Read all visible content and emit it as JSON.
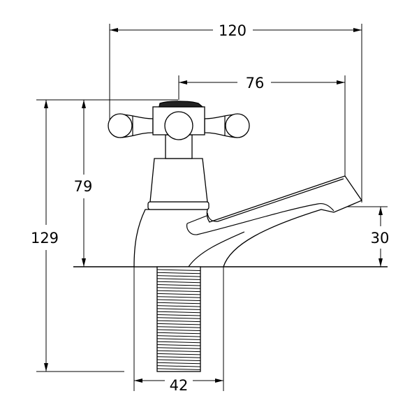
{
  "drawing": {
    "subject": "tap",
    "dimensions": {
      "overall_width": "120",
      "spout_reach": "76",
      "total_height": "129",
      "height_above_deck": "79",
      "spout_height": "30",
      "base_width": "42"
    }
  },
  "colors": {
    "line": "#000000",
    "background": "#ffffff"
  }
}
